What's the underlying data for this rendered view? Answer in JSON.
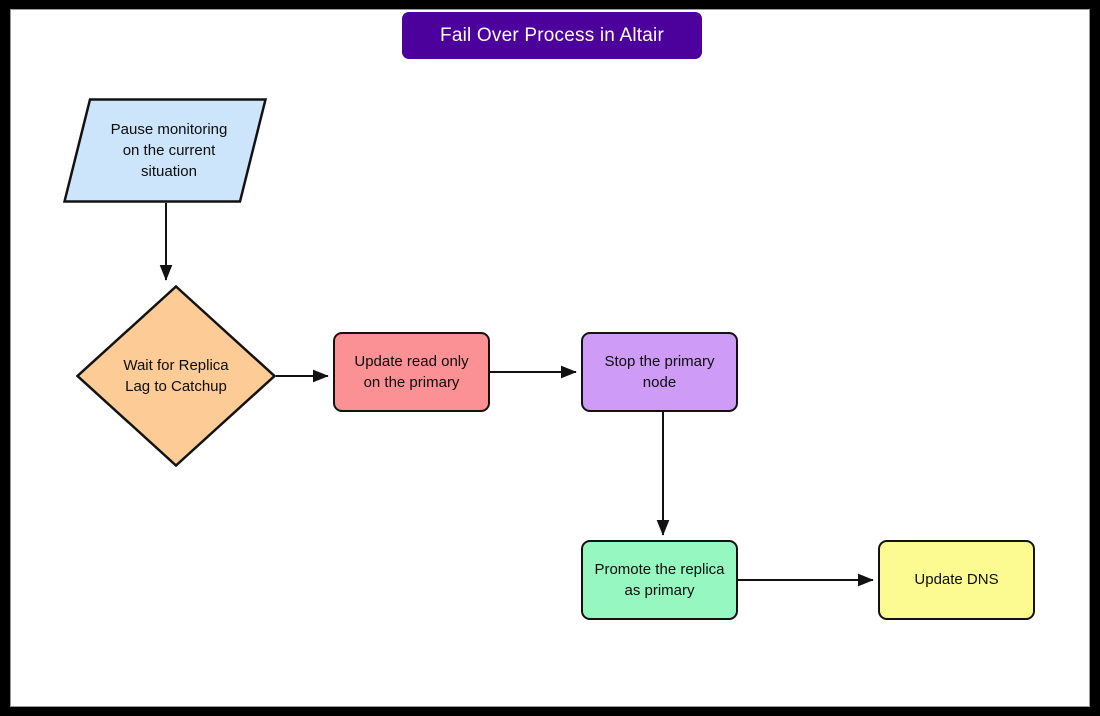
{
  "diagram": {
    "title": "Fail Over Process in Altair",
    "title_bg": "#4c009c",
    "title_color": "#ffffff",
    "canvas_bg": "#ffffff",
    "frame_color": "#000000",
    "nodes": [
      {
        "id": "pause-monitoring",
        "shape": "parallelogram",
        "label": "Pause monitoring\non the current\nsituation",
        "fill": "#cce5fa",
        "stroke": "#121212"
      },
      {
        "id": "wait-replica-lag",
        "shape": "diamond",
        "label": "Wait for Replica\nLag to Catchup",
        "fill": "#fccb96",
        "stroke": "#121212"
      },
      {
        "id": "update-read-only",
        "shape": "rounded-rect",
        "label": "Update read only\non the primary",
        "fill": "#fc9195",
        "stroke": "#121212"
      },
      {
        "id": "stop-primary-node",
        "shape": "rounded-rect",
        "label": "Stop the primary\nnode",
        "fill": "#ce9bf7",
        "stroke": "#121212"
      },
      {
        "id": "promote-replica",
        "shape": "rounded-rect",
        "label": "Promote the replica\nas primary",
        "fill": "#96f7c1",
        "stroke": "#121212"
      },
      {
        "id": "update-dns",
        "shape": "rounded-rect",
        "label": "Update DNS",
        "fill": "#fbfb92",
        "stroke": "#121212"
      }
    ],
    "edges": [
      {
        "id": "edge-pause-to-wait",
        "from": "pause-monitoring",
        "to": "wait-replica-lag",
        "direction": "down",
        "label": ""
      },
      {
        "id": "edge-wait-to-readonly",
        "from": "wait-replica-lag",
        "to": "update-read-only",
        "direction": "right",
        "label": ""
      },
      {
        "id": "edge-readonly-to-stop",
        "from": "update-read-only",
        "to": "stop-primary-node",
        "direction": "right",
        "label": ""
      },
      {
        "id": "edge-stop-to-promote",
        "from": "stop-primary-node",
        "to": "promote-replica",
        "direction": "down",
        "label": ""
      },
      {
        "id": "edge-promote-to-dns",
        "from": "promote-replica",
        "to": "update-dns",
        "direction": "right",
        "label": ""
      }
    ]
  }
}
